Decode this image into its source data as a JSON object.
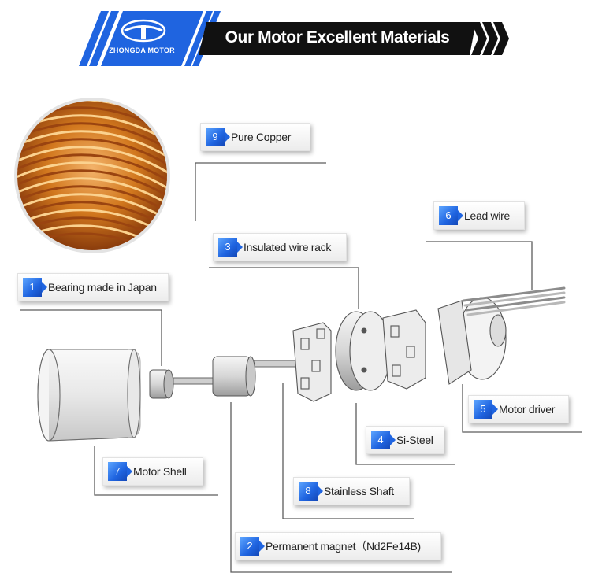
{
  "header": {
    "brand": "ZHONGDA MOTOR",
    "title": "Our Motor Excellent Materials"
  },
  "colors": {
    "accent_blue": "#1f64e0",
    "banner_black": "#111111",
    "copper": "#d2781e"
  },
  "callouts": [
    {
      "number": "1",
      "label": "Bearing made in Japan"
    },
    {
      "number": "2",
      "label": "Permanent magnet（Nd2Fe14B)"
    },
    {
      "number": "3",
      "label": "Insulated wire rack"
    },
    {
      "number": "4",
      "label": "Si-Steel"
    },
    {
      "number": "5",
      "label": "Motor driver"
    },
    {
      "number": "6",
      "label": "Lead wire"
    },
    {
      "number": "7",
      "label": "Motor Shell"
    },
    {
      "number": "8",
      "label": "Stainless  Shaft"
    },
    {
      "number": "9",
      "label": "Pure Copper"
    }
  ]
}
